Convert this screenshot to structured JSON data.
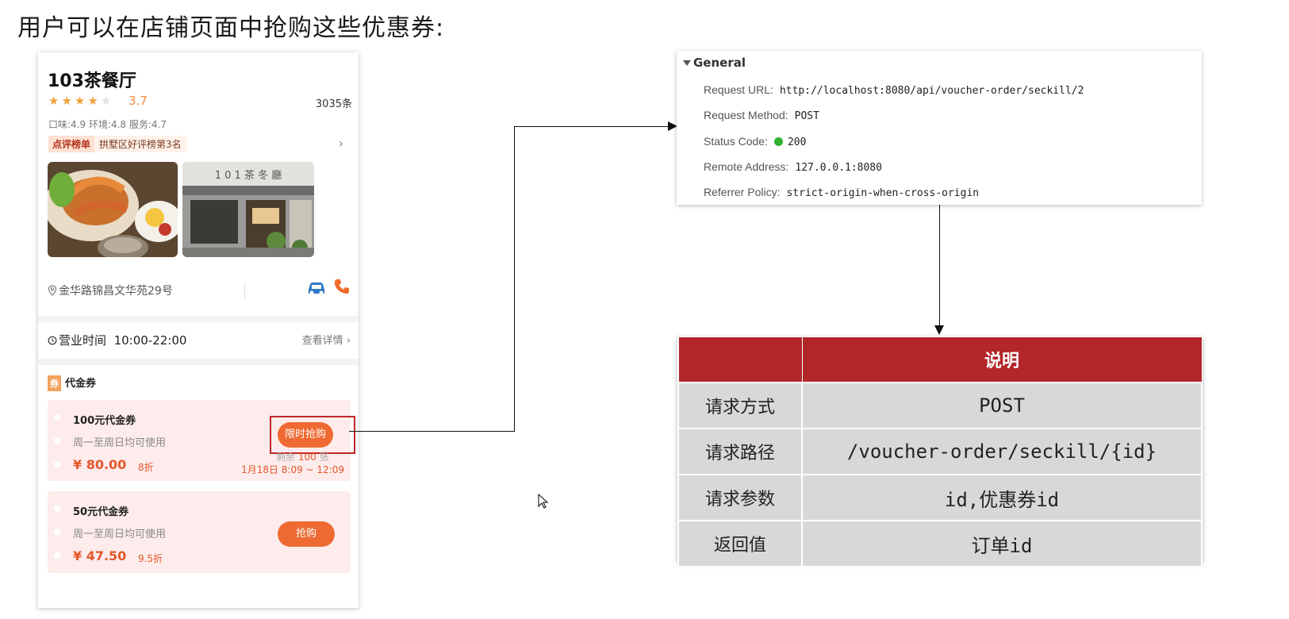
{
  "heading": "用户可以在店铺页面中抢购这些优惠券:",
  "shop": {
    "name": "103茶餐厅",
    "score": "3.7",
    "review_count": "3035条",
    "sub_scores": "口味:4.9 环境:4.8 服务:4.7",
    "rank_tag": "点评榜单",
    "rank_text": "拱墅区好评榜第3名",
    "rank_chevron": "›",
    "storefront_sign": "1 0 1 茶 冬 廳",
    "address": "金华路锦昌文华苑29号",
    "hours_label": "营业时间",
    "hours_value": "10:00-22:00",
    "hours_detail": "查看详情 ›",
    "voucher_section": "代金券",
    "voucher_badge": "券",
    "rating_stars": 3.7
  },
  "vouchers": [
    {
      "title": "100元代金券",
      "desc": "周一至周日均可使用",
      "price": "¥ 80.00",
      "discount": "8折",
      "button": "限时抢购",
      "remain_prefix": "剩余",
      "remain_count": "100",
      "remain_unit": "张",
      "period": "1月18日 8:09 ~ 12:09"
    },
    {
      "title": "50元代金券",
      "desc": "周一至周日均可使用",
      "price": "¥ 47.50",
      "discount": "9.5折",
      "button": "抢购"
    }
  ],
  "general": {
    "title": "General",
    "rows": [
      {
        "key": "Request URL:",
        "value": "http://localhost:8080/api/voucher-order/seckill/2"
      },
      {
        "key": "Request Method:",
        "value": "POST"
      },
      {
        "key": "Status Code:",
        "value": "200"
      },
      {
        "key": "Remote Address:",
        "value": "127.0.0.1:8080"
      },
      {
        "key": "Referrer Policy:",
        "value": "strict-origin-when-cross-origin"
      }
    ],
    "status_color": "#2fb12f"
  },
  "api_table": {
    "header_blank": "",
    "header": "说明",
    "rows": [
      {
        "label": "请求方式",
        "value": "POST"
      },
      {
        "label": "请求路径",
        "value": "/voucher-order/seckill/{id}"
      },
      {
        "label": "请求参数",
        "value": "id,优惠券id"
      },
      {
        "label": "返回值",
        "value": "订单id"
      }
    ],
    "header_color": "#b3262a"
  },
  "icons": {
    "location": "location-pin-icon",
    "car": "car-icon",
    "phone": "phone-icon",
    "clock": "clock-icon",
    "cursor": "mouse-cursor-icon"
  },
  "colors": {
    "accent_orange": "#ee6a32",
    "highlight_red": "#c0262b",
    "star": "#f2a13b"
  }
}
